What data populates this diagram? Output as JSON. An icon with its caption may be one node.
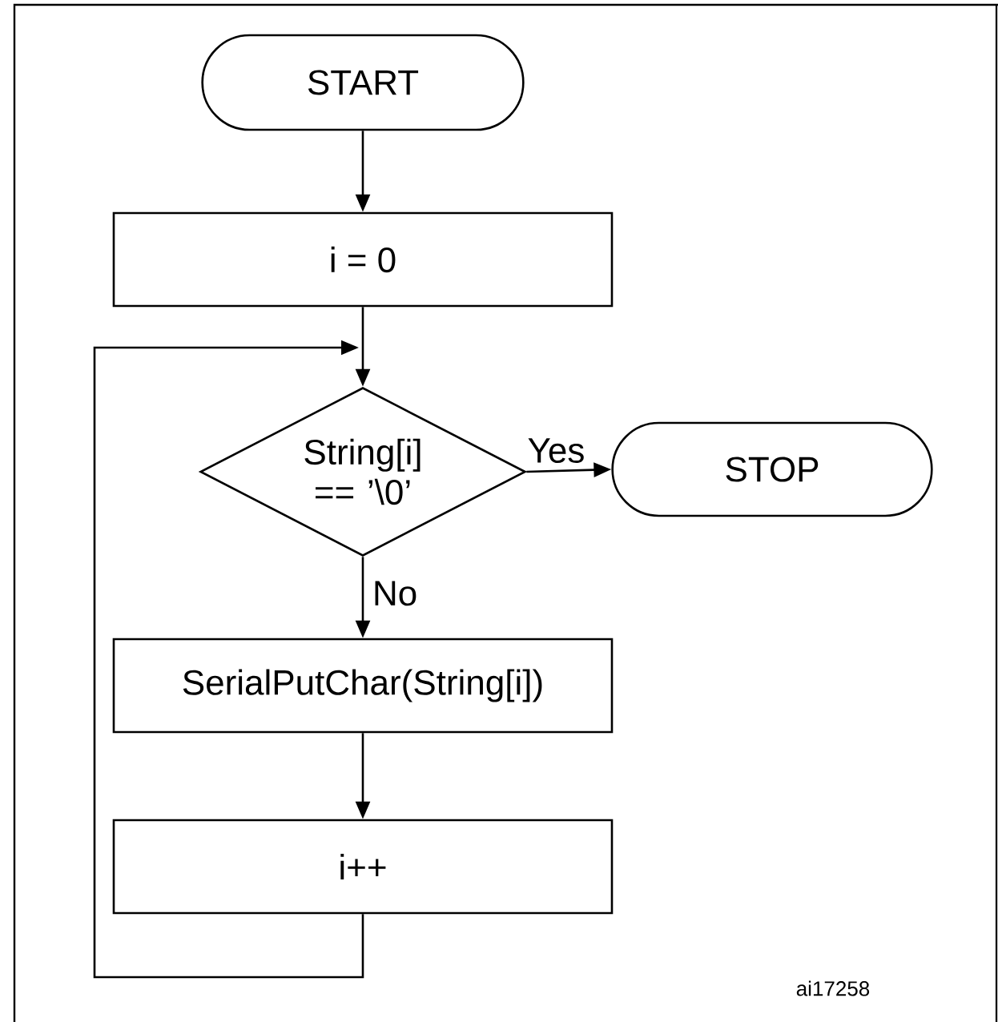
{
  "diagram": {
    "nodes": [
      {
        "text": [
          "START"
        ]
      },
      {
        "text": [
          "i = 0"
        ]
      },
      {
        "text": [
          "String[i] == ’\\0’"
        ]
      },
      {
        "text": [
          "STOP"
        ]
      },
      {
        "text": [
          "SerialPutChar(String[i])"
        ]
      },
      {
        "text": [
          "i++"
        ]
      }
    ],
    "edges": [
      {
        "from": 0,
        "to": 1,
        "arrow": "to"
      },
      {
        "from": 1,
        "to": 2,
        "arrow": "to"
      },
      {
        "from": 2,
        "to": 3,
        "arrow": "to",
        "label": "Yes"
      },
      {
        "from": 2,
        "to": 4,
        "arrow": "to",
        "label": "No"
      },
      {
        "from": 4,
        "to": 5,
        "arrow": "to"
      },
      {
        "from": 5,
        "to": 2,
        "arrow": "to"
      }
    ],
    "labels": [
      "ai17258"
    ]
  }
}
